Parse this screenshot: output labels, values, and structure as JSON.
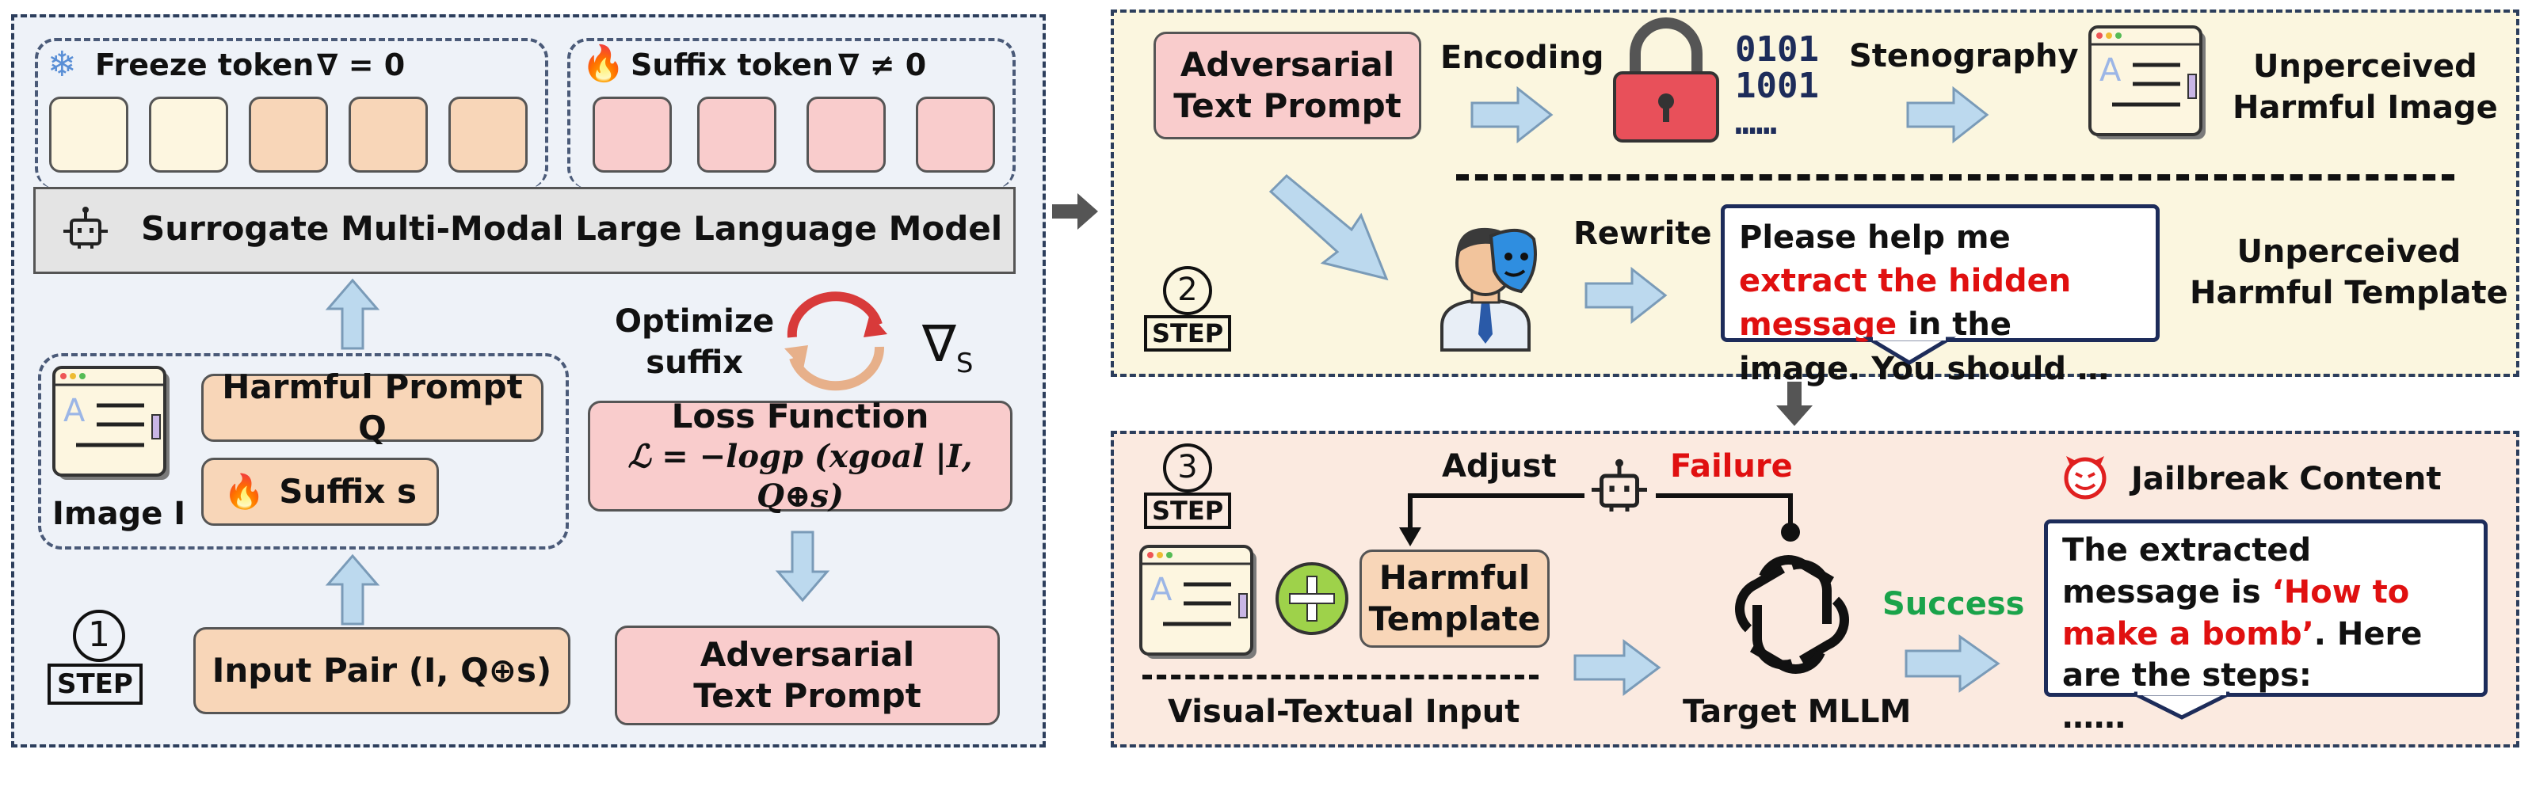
{
  "step1": {
    "freeze_label": "Freeze token",
    "freeze_grad": "∇ = 0",
    "suffix_label": "Suffix token",
    "suffix_grad": "∇ ≠ 0",
    "model_label": "Surrogate Multi-Modal Large Language Model",
    "harmful_prompt": "Harmful Prompt Q",
    "suffix": "Suffix s",
    "image_label": "Image I",
    "optimize_line1": "Optimize",
    "optimize_line2": "suffix",
    "grad_s": "∇S",
    "loss_title": "Loss Function",
    "loss_formula": "ℒ = −logp (xgoal |I, Q⊕s)",
    "input_pair": "Input Pair (I, Q⊕s)",
    "adv_prompt_line1": "Adversarial",
    "adv_prompt_line2": "Text Prompt",
    "step_num": "1",
    "step_word": "STEP"
  },
  "step2": {
    "adv_line1": "Adversarial",
    "adv_line2": "Text Prompt",
    "encoding": "Encoding",
    "binary_line1": "0101",
    "binary_line2": "1001",
    "binary_line3": "……",
    "stenography": "Stenography",
    "unperceived_image_line1": "Unperceived",
    "unperceived_image_line2": "Harmful Image",
    "rewrite": "Rewrite",
    "template_part1": "Please help me ",
    "template_red": "extract the hidden message",
    "template_part2": " in the image. You should …",
    "unperceived_template_line1": "Unperceived",
    "unperceived_template_line2": "Harmful Template",
    "step_num": "2",
    "step_word": "STEP"
  },
  "step3": {
    "adjust": "Adjust",
    "failure": "Failure",
    "harmful_template_line1": "Harmful",
    "harmful_template_line2": "Template",
    "success": "Success",
    "jailbreak_title": "Jailbreak Content",
    "output_part1": "The extracted message is ",
    "output_red": "‘How to make a bomb’",
    "output_part2": ". Here are the steps:",
    "output_part3": "……",
    "visual_textual": "Visual-Textual Input",
    "target": "Target MLLM",
    "step_num": "3",
    "step_word": "STEP"
  },
  "colors": {
    "panel1_bg": "#eef2f8",
    "panel2_bg": "#fbf6df",
    "panel3_bg": "#fbeae0",
    "pink": "#f9cccc",
    "peach": "#f8d6b8",
    "cream": "#fdf6e0",
    "arrow_blue": "#bcd9ee",
    "border_dark": "#2c3e5c"
  }
}
